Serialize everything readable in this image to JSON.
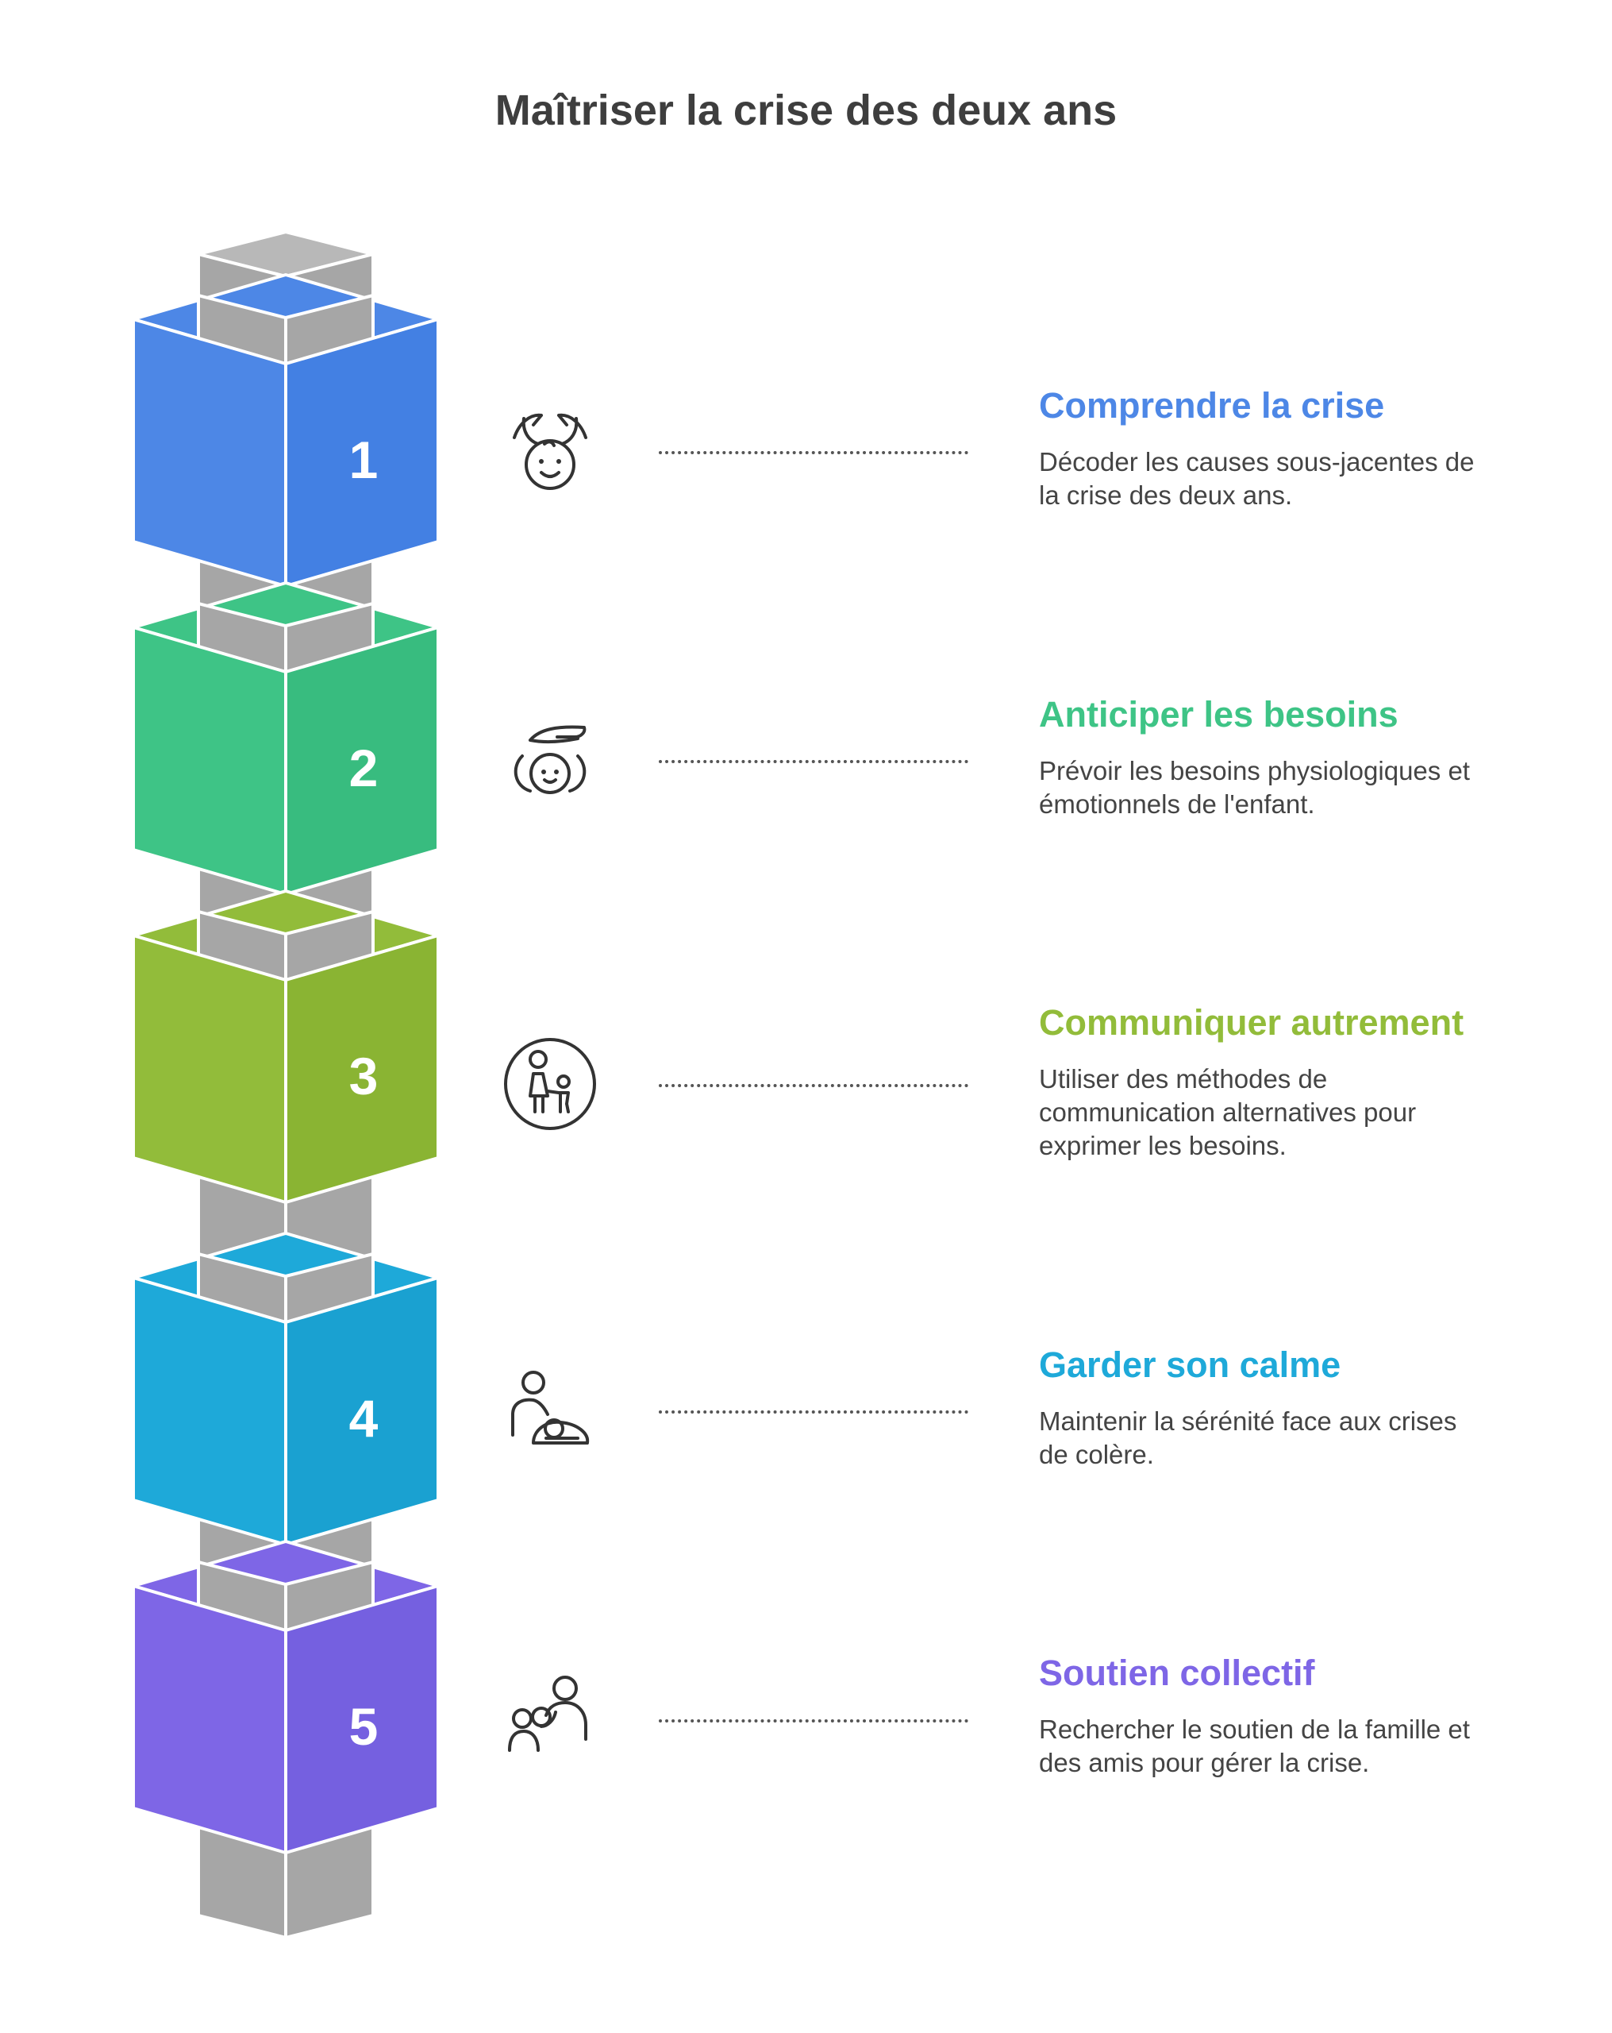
{
  "title": "Maîtriser la crise des deux ans",
  "colors": {
    "pillar_front": "#a6a6a6",
    "pillar_side": "#a6a6a6",
    "text_dark": "#3e3e3e",
    "text_body": "#444444",
    "icon_stroke": "#333333"
  },
  "steps": [
    {
      "number": "1",
      "title": "Comprendre la crise",
      "description": "Décoder les causes sous-jacentes de la crise des deux ans.",
      "color": "#4d87e6",
      "color_dark": "#4380e3",
      "icon": "hands-over-baby-icon"
    },
    {
      "number": "2",
      "title": "Anticiper les besoins",
      "description": "Prévoir les besoins physiologiques et émotionnels de l'enfant.",
      "color": "#3ec486",
      "color_dark": "#38bc7f",
      "icon": "hand-caring-child-icon"
    },
    {
      "number": "3",
      "title": "Communiquer autrement",
      "description": "Utiliser des méthodes de communication alternatives pour exprimer les besoins.",
      "color": "#92bc3a",
      "color_dark": "#8ab433",
      "icon": "parent-child-circle-icon"
    },
    {
      "number": "4",
      "title": "Garder son calme",
      "description": "Maintenir la sérénité face aux crises de colère.",
      "color": "#1ea9d9",
      "color_dark": "#1aa1d1",
      "icon": "parent-soothing-baby-icon"
    },
    {
      "number": "5",
      "title": "Soutien collectif",
      "description": "Rechercher le soutien de la famille et des amis pour gérer la crise.",
      "color": "#7e66e6",
      "color_dark": "#7560e0",
      "icon": "group-support-icon"
    }
  ]
}
